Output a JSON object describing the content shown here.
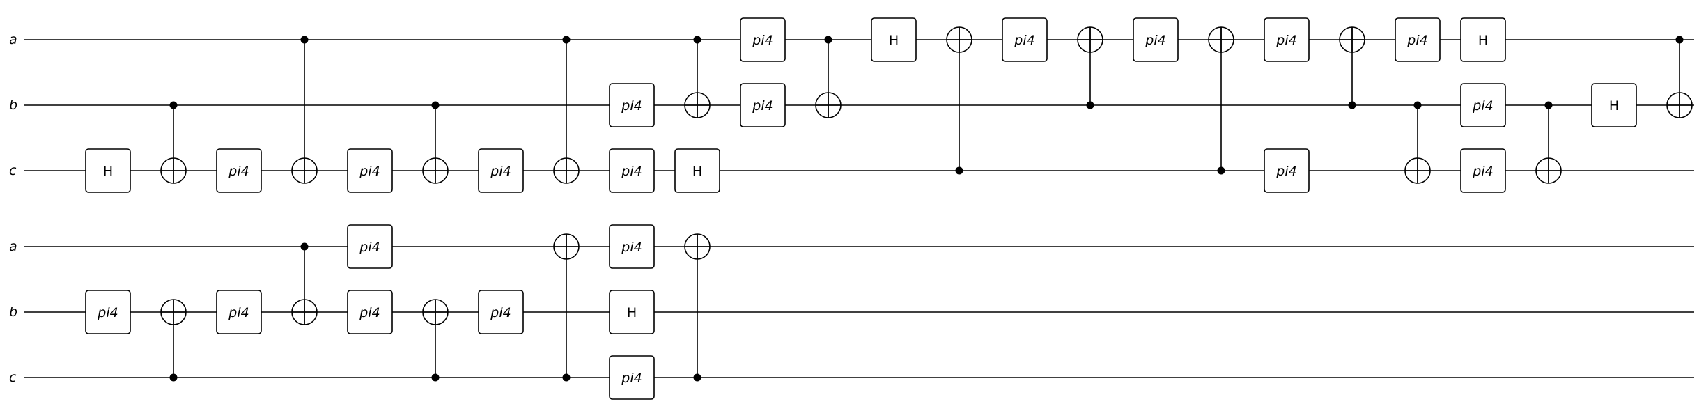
{
  "diagram": {
    "type": "quantum-circuit",
    "colors": {
      "line": "#000000",
      "background": "#ffffff",
      "gate_fill": "#ffffff"
    },
    "rows": [
      {
        "name": "row-1",
        "wires": [
          "a",
          "b",
          "c"
        ],
        "columns": [
          {
            "gates": [
              {
                "type": "box",
                "wire": "c",
                "label": "H"
              }
            ]
          },
          {
            "gates": [
              {
                "type": "cnot",
                "control": "b",
                "target": "c"
              }
            ]
          },
          {
            "gates": [
              {
                "type": "box",
                "wire": "c",
                "label": "pi4"
              }
            ]
          },
          {
            "gates": [
              {
                "type": "cnot",
                "control": "a",
                "target": "c"
              }
            ]
          },
          {
            "gates": [
              {
                "type": "box",
                "wire": "c",
                "label": "pi4"
              }
            ]
          },
          {
            "gates": [
              {
                "type": "cnot",
                "control": "b",
                "target": "c"
              }
            ]
          },
          {
            "gates": [
              {
                "type": "box",
                "wire": "c",
                "label": "pi4"
              }
            ]
          },
          {
            "gates": [
              {
                "type": "cnot",
                "control": "a",
                "target": "c"
              }
            ]
          },
          {
            "gates": [
              {
                "type": "box",
                "wire": "b",
                "label": "pi4"
              },
              {
                "type": "box",
                "wire": "c",
                "label": "pi4"
              }
            ]
          },
          {
            "gates": [
              {
                "type": "cnot",
                "control": "a",
                "target": "b"
              },
              {
                "type": "box",
                "wire": "c",
                "label": "H"
              }
            ]
          },
          {
            "gates": [
              {
                "type": "box",
                "wire": "a",
                "label": "pi4"
              },
              {
                "type": "box",
                "wire": "b",
                "label": "pi4"
              }
            ]
          },
          {
            "gates": [
              {
                "type": "cnot",
                "control": "a",
                "target": "b"
              }
            ]
          },
          {
            "gates": [
              {
                "type": "box",
                "wire": "a",
                "label": "H"
              }
            ]
          },
          {
            "gates": [
              {
                "type": "cnot",
                "control": "c",
                "target": "a"
              }
            ]
          },
          {
            "gates": [
              {
                "type": "box",
                "wire": "a",
                "label": "pi4"
              }
            ]
          },
          {
            "gates": [
              {
                "type": "cnot",
                "control": "b",
                "target": "a"
              }
            ]
          },
          {
            "gates": [
              {
                "type": "box",
                "wire": "a",
                "label": "pi4"
              }
            ]
          },
          {
            "gates": [
              {
                "type": "cnot",
                "control": "c",
                "target": "a"
              }
            ]
          },
          {
            "gates": [
              {
                "type": "box",
                "wire": "a",
                "label": "pi4"
              },
              {
                "type": "box",
                "wire": "c",
                "label": "pi4"
              }
            ]
          },
          {
            "gates": [
              {
                "type": "cnot",
                "control": "b",
                "target": "a"
              }
            ]
          },
          {
            "gates": [
              {
                "type": "box",
                "wire": "a",
                "label": "pi4"
              },
              {
                "type": "cnot",
                "control": "b",
                "target": "c"
              }
            ]
          },
          {
            "gates": [
              {
                "type": "box",
                "wire": "a",
                "label": "H"
              },
              {
                "type": "box",
                "wire": "b",
                "label": "pi4"
              },
              {
                "type": "box",
                "wire": "c",
                "label": "pi4"
              }
            ]
          },
          {
            "gates": [
              {
                "type": "cnot",
                "control": "b",
                "target": "c"
              }
            ]
          },
          {
            "gates": [
              {
                "type": "box",
                "wire": "b",
                "label": "H"
              }
            ]
          },
          {
            "gates": [
              {
                "type": "cnot",
                "control": "a",
                "target": "b"
              }
            ]
          }
        ]
      },
      {
        "name": "row-2",
        "wires": [
          "a",
          "b",
          "c"
        ],
        "columns": [
          {
            "gates": [
              {
                "type": "box",
                "wire": "b",
                "label": "pi4"
              }
            ]
          },
          {
            "gates": [
              {
                "type": "cnot",
                "control": "c",
                "target": "b"
              }
            ]
          },
          {
            "gates": [
              {
                "type": "box",
                "wire": "b",
                "label": "pi4"
              }
            ]
          },
          {
            "gates": [
              {
                "type": "cnot",
                "control": "a",
                "target": "b"
              }
            ]
          },
          {
            "gates": [
              {
                "type": "box",
                "wire": "a",
                "label": "pi4"
              },
              {
                "type": "box",
                "wire": "b",
                "label": "pi4"
              }
            ]
          },
          {
            "gates": [
              {
                "type": "cnot",
                "control": "c",
                "target": "b"
              }
            ]
          },
          {
            "gates": [
              {
                "type": "box",
                "wire": "b",
                "label": "pi4"
              }
            ]
          },
          {
            "gates": [
              {
                "type": "cnot",
                "control": "c",
                "target": "a"
              }
            ]
          },
          {
            "gates": [
              {
                "type": "box",
                "wire": "a",
                "label": "pi4"
              },
              {
                "type": "box",
                "wire": "b",
                "label": "H"
              },
              {
                "type": "box",
                "wire": "c",
                "label": "pi4"
              }
            ]
          },
          {
            "gates": [
              {
                "type": "cnot",
                "control": "c",
                "target": "a"
              }
            ]
          }
        ]
      }
    ]
  }
}
